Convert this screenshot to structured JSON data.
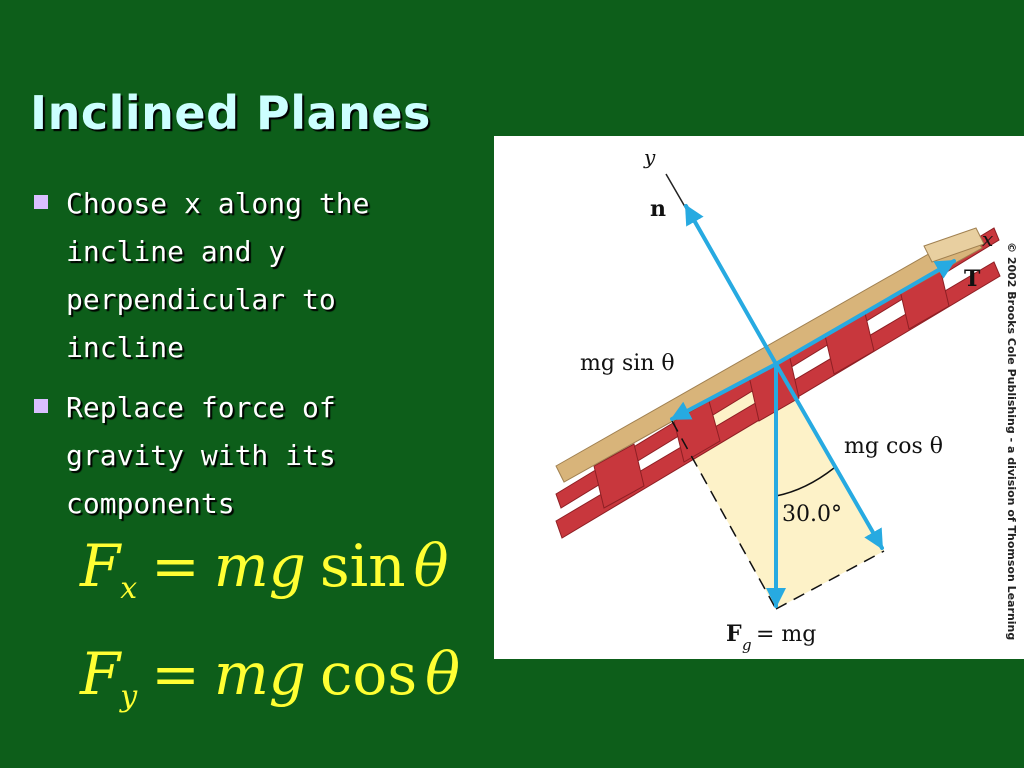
{
  "slide": {
    "title": "Inclined Planes",
    "bullets": [
      "Choose x along the incline and y perpendicular to incline",
      "Replace force of gravity with its components"
    ],
    "equations": {
      "fx": {
        "lhs": "F",
        "sub": "x",
        "eq": "=",
        "mg": "mg",
        "fn": "sin",
        "theta": "θ"
      },
      "fy": {
        "lhs": "F",
        "sub": "y",
        "eq": "=",
        "mg": "mg",
        "fn": "cos",
        "theta": "θ"
      }
    }
  },
  "figure": {
    "labels": {
      "y_axis": "y",
      "x_axis": "x",
      "normal": "n",
      "tension": "T",
      "mg_sin": "mg sin θ",
      "mg_cos": "mg cos θ",
      "angle": "30.0°",
      "weight": "F",
      "weight_sub": "g",
      "weight_rhs": "= mg",
      "copyright": "© 2002 Brooks Cole Publishing - a division of Thomson Learning"
    },
    "colors": {
      "arrow": "#27aae1",
      "triangle_fill": "#fdf2c8",
      "track": "#c8373d",
      "plank": "#d8b47a"
    }
  }
}
